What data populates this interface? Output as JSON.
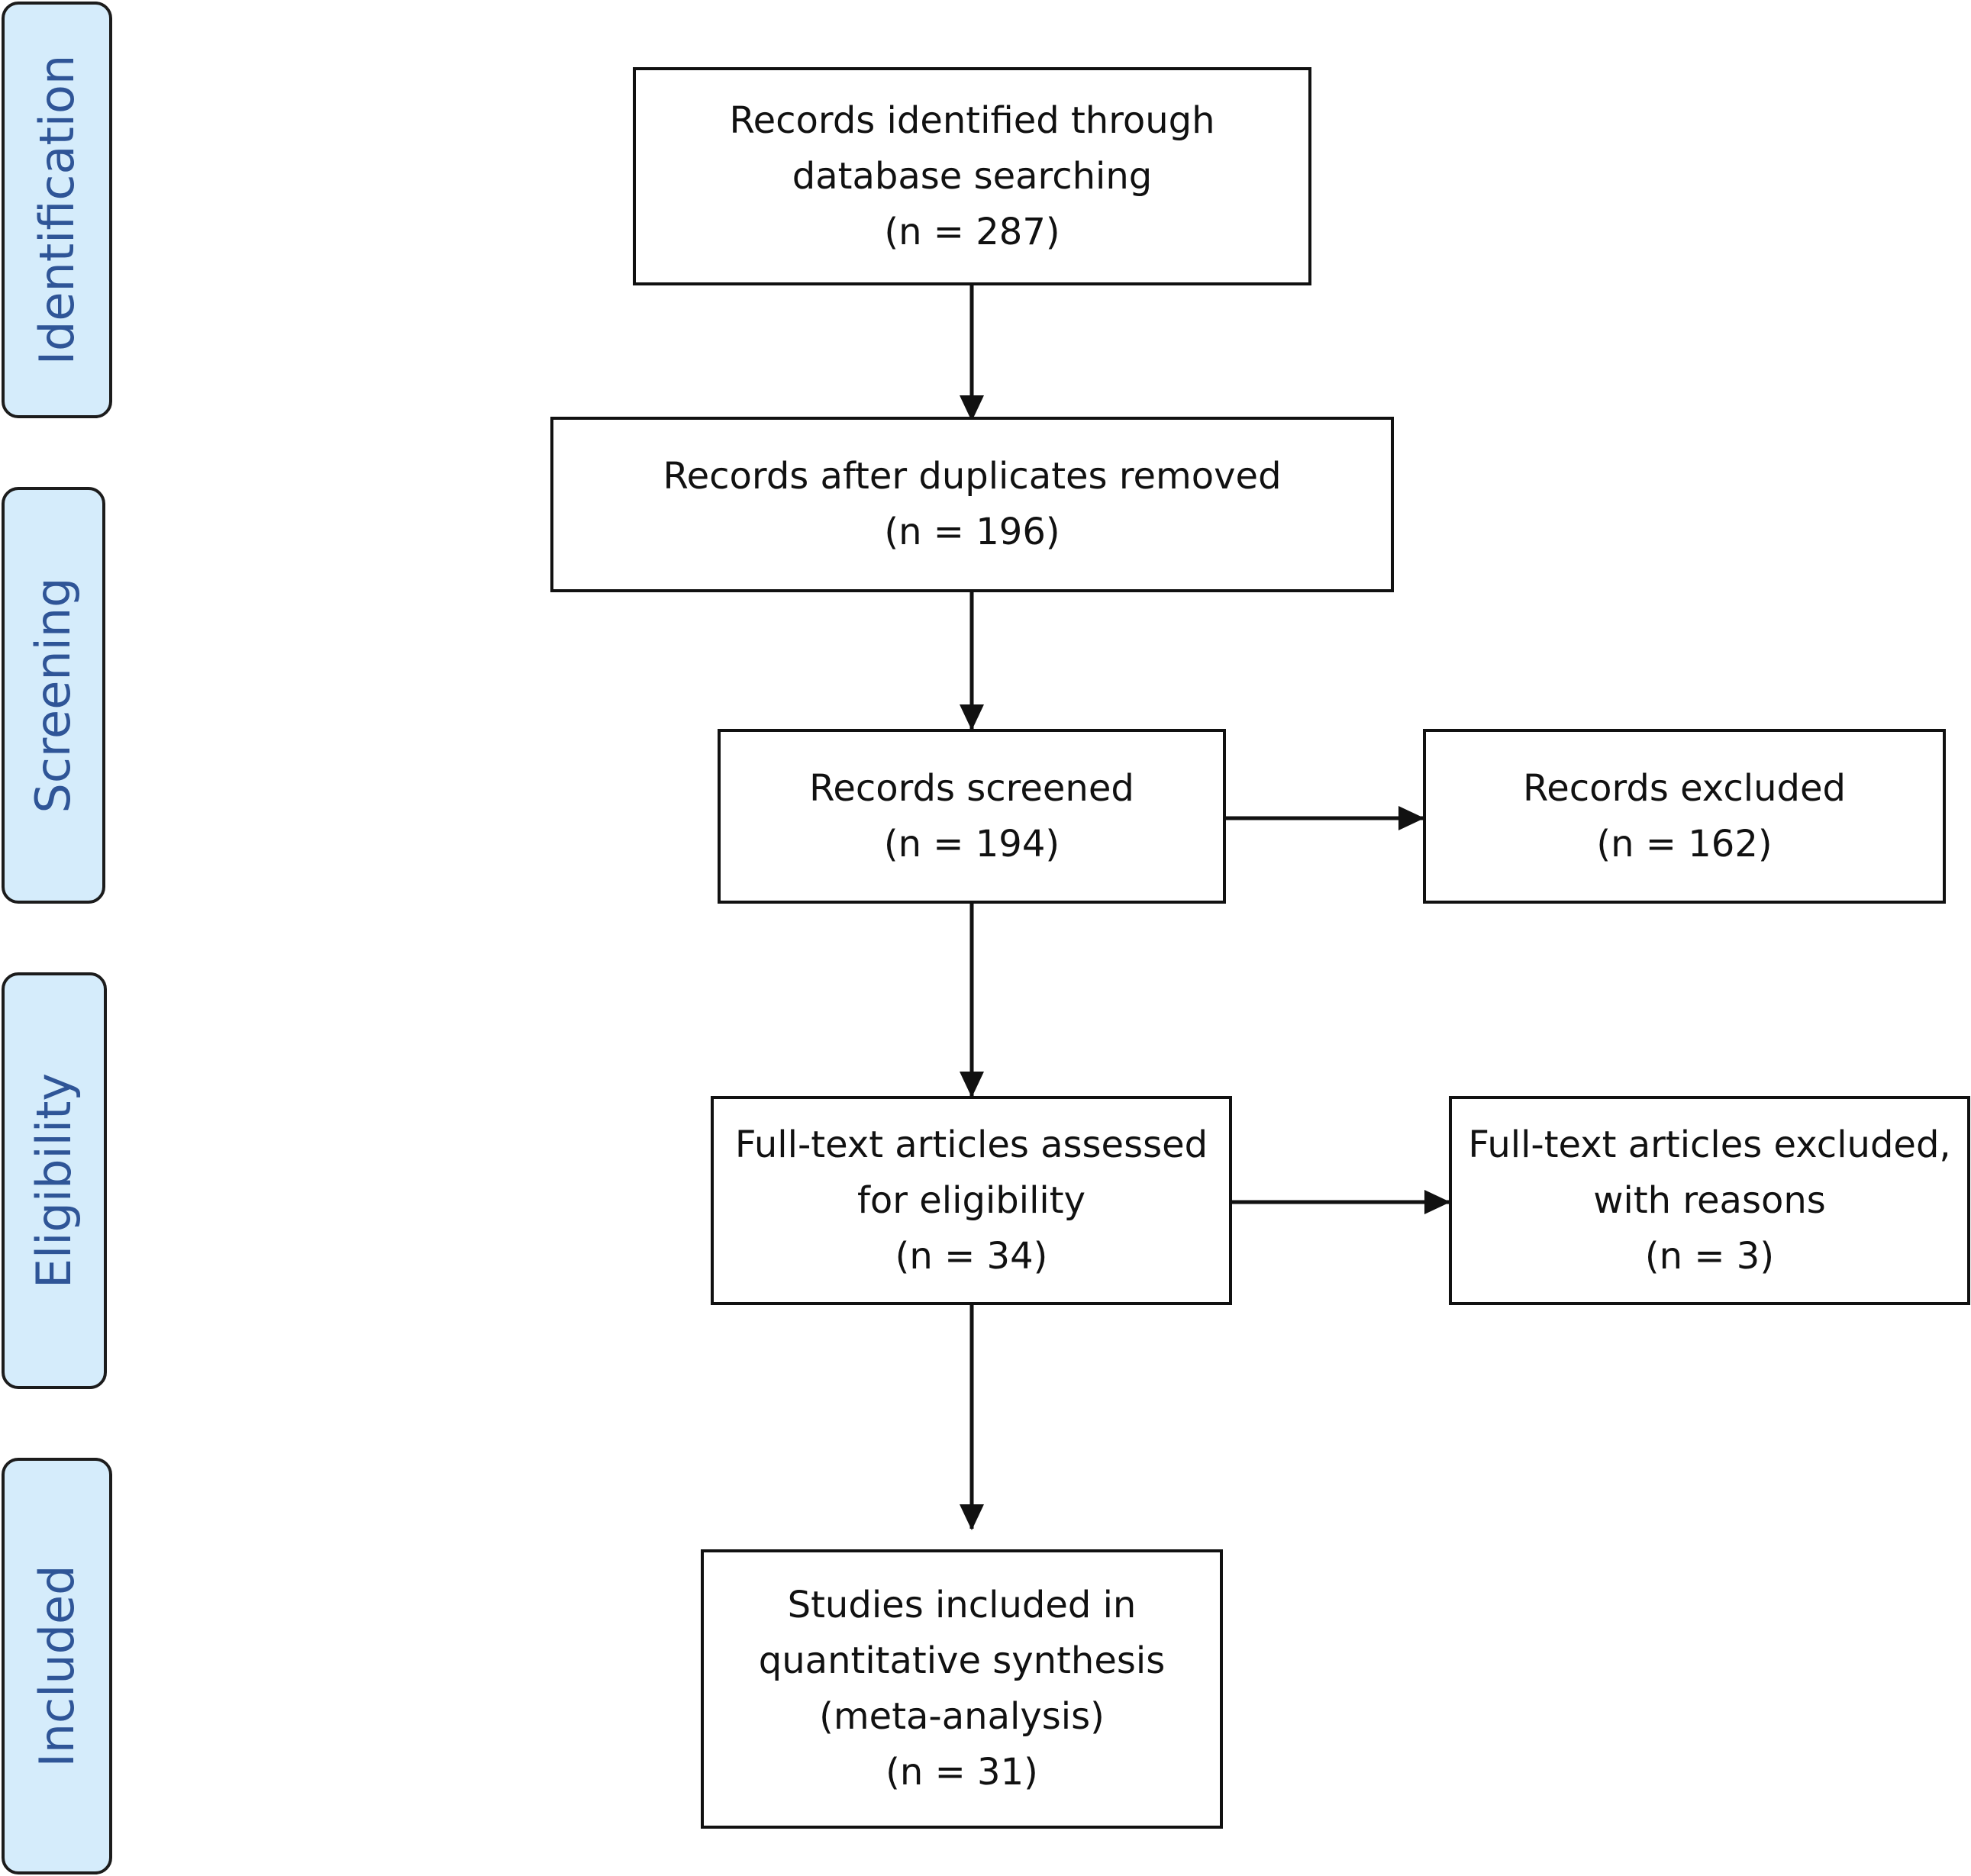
{
  "stages": {
    "identification": "Identification",
    "screening": "Screening",
    "eligibility": "Eligibility",
    "included": "Included"
  },
  "boxes": {
    "identified": {
      "lines": [
        "Records identified through",
        "database searching"
      ],
      "count": "(n = 287)"
    },
    "deduplicated": {
      "lines": [
        "Records after duplicates removed"
      ],
      "count": "(n = 196)"
    },
    "screened": {
      "lines": [
        "Records screened"
      ],
      "count": "(n = 194)"
    },
    "excluded": {
      "lines": [
        "Records excluded"
      ],
      "count": "(n = 162)"
    },
    "fulltext_assessed": {
      "lines": [
        "Full-text articles assessed",
        "for eligibility"
      ],
      "count": "(n = 34)"
    },
    "fulltext_excluded": {
      "lines": [
        "Full-text articles excluded,",
        "with reasons"
      ],
      "count": "(n = 3)"
    },
    "included": {
      "lines": [
        "Studies included in",
        "quantitative synthesis",
        "(meta-analysis)"
      ],
      "count": "(n = 31)"
    }
  },
  "colors": {
    "stage_fill": "#d5ecfb",
    "stage_text": "#2f5597",
    "line": "#111111"
  }
}
